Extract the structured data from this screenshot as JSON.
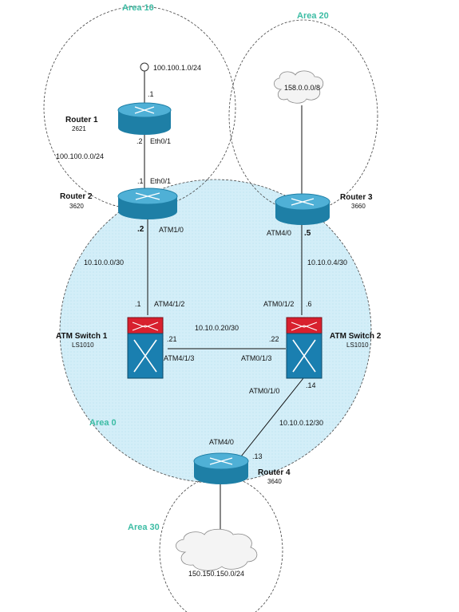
{
  "colors": {
    "area_label": "#3cbca4",
    "area0_fill": "#d3eef8",
    "router_body": "#1e7fa6",
    "router_top": "#4fb0d6",
    "switch_top": "#d8202e",
    "switch_body": "#1a7fb0"
  },
  "areas": {
    "a10": "Area 10",
    "a20": "Area 20",
    "a0": "Area 0",
    "a30": "Area 30"
  },
  "router1": {
    "name": "Router 1",
    "model": "2621",
    "host_ip": ".1",
    "eth_ip": ".2",
    "eth_if": "Eth0/1",
    "loop_net": "100.100.1.0/24"
  },
  "router2": {
    "name": "Router 2",
    "model": "3620",
    "eth_ip": ".1",
    "eth_if": "Eth0/1",
    "atm_ip": ".2",
    "atm_if": "ATM1/0"
  },
  "router3": {
    "name": "Router 3",
    "model": "3660",
    "atm_ip": ".5",
    "atm_if": "ATM4/0"
  },
  "router4": {
    "name": "Router 4",
    "model": "3640",
    "atm_ip": ".13",
    "atm_if": "ATM4/0"
  },
  "switch1": {
    "name": "ATM Switch 1",
    "model": "LS1010",
    "port_up": "ATM4/1/2",
    "port_up_ip": ".1",
    "port_right": "ATM4/1/3",
    "port_right_ip": ".21"
  },
  "switch2": {
    "name": "ATM Switch 2",
    "model": "LS1010",
    "port_up": "ATM0/1/2",
    "port_up_ip": ".6",
    "port_left": "ATM0/1/3",
    "port_left_ip": ".22",
    "port_down": "ATM0/1/0",
    "port_down_ip": ".14"
  },
  "networks": {
    "r1_r2": "100.100.0.0/24",
    "r2_s1": "10.10.0.0/30",
    "r3_s2": "10.10.0.4/30",
    "s1_s2": "10.10.0.20/30",
    "s2_r4": "10.10.0.12/30",
    "cloud_r3": "158.0.0.0/8",
    "cloud_r4": "150.150.150.0/24"
  },
  "icons": {
    "router": "router-icon",
    "atm_switch": "atm-switch-icon",
    "cloud": "cloud-icon",
    "host": "host-icon"
  }
}
